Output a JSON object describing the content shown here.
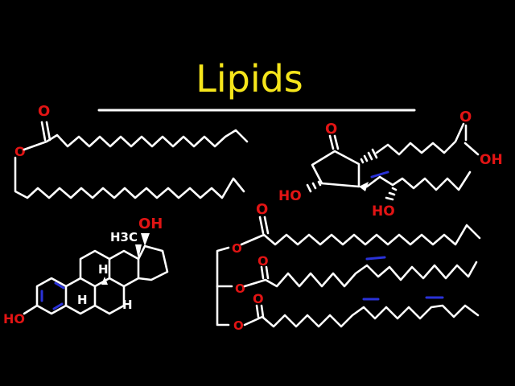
{
  "title": "Lipids",
  "colors": {
    "background": "#000000",
    "title": "#f5e51b",
    "bonds": "#ffffff",
    "heteroatoms": "#e21414",
    "double_bonds": "#2a32d8"
  },
  "wax": {
    "carbonyl_o": "O",
    "ester_o": "O"
  },
  "prostaglandin": {
    "ketone_o": "O",
    "acid_o": "O",
    "acid_oh": "OH",
    "ring_ho": "HO",
    "chain_ho": "HO"
  },
  "steroid": {
    "methyl": "H3C",
    "oh_top": "OH",
    "phenol_ho": "HO",
    "h1": "H",
    "h2": "H",
    "h3": "H"
  },
  "triglyceride": {
    "o1": "O",
    "o2": "O",
    "o3": "O",
    "c1": "O",
    "c2": "O",
    "c3": "O"
  }
}
